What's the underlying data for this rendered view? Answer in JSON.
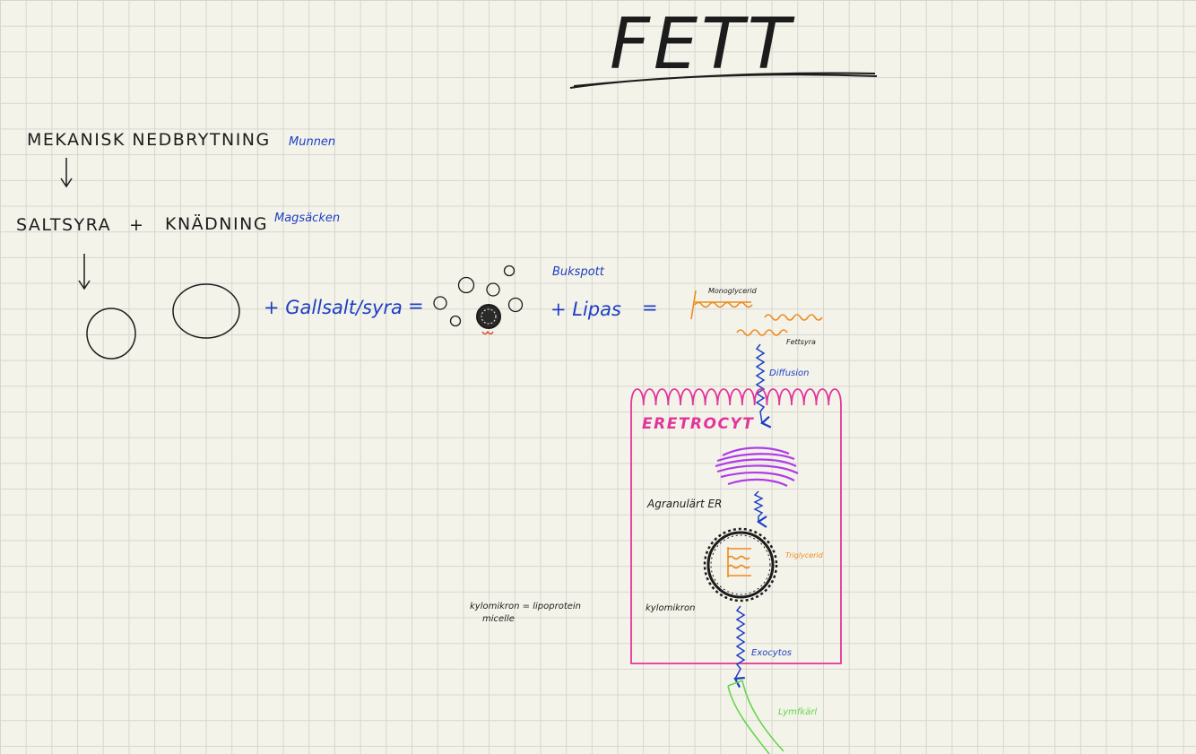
{
  "title": "FETT",
  "steps": {
    "mechanical": "MEKANISK NEDBRYTNING",
    "mechanical_place": "Munnen",
    "stomach_acid": "SALTSYRA",
    "plus": "+",
    "kneading": "KNÄDNING",
    "stomach_place": "Magsäcken"
  },
  "emulsion": {
    "bile": "+ Gallsalt/syra",
    "equals": "=",
    "pancreas_label": "Bukspott",
    "lipase": "+ Lipas",
    "equals2": "=",
    "monoglyceride_label": "Monoglycerid",
    "fatty_acid_label": "Fettsyra"
  },
  "cell": {
    "diffusion_label": "Diffusion",
    "name": "ERETROCYT",
    "er_label": "Agranulärt ER",
    "triglyceride_label": "Triglycerid",
    "chylomicron_label": "kylomikron",
    "exocytosis_label": "Exocytos",
    "lymph_label": "Lymfkärl"
  },
  "note": {
    "line1": "kylomikron = lipoprotein",
    "line2": "micelle"
  },
  "colors": {
    "ink": "#1c1c1c",
    "blue": "#1d3fc4",
    "pink": "#e2359b",
    "orange": "#ee8a1f",
    "purple": "#b03be8",
    "green": "#62d64a",
    "red": "#e03a2a"
  }
}
